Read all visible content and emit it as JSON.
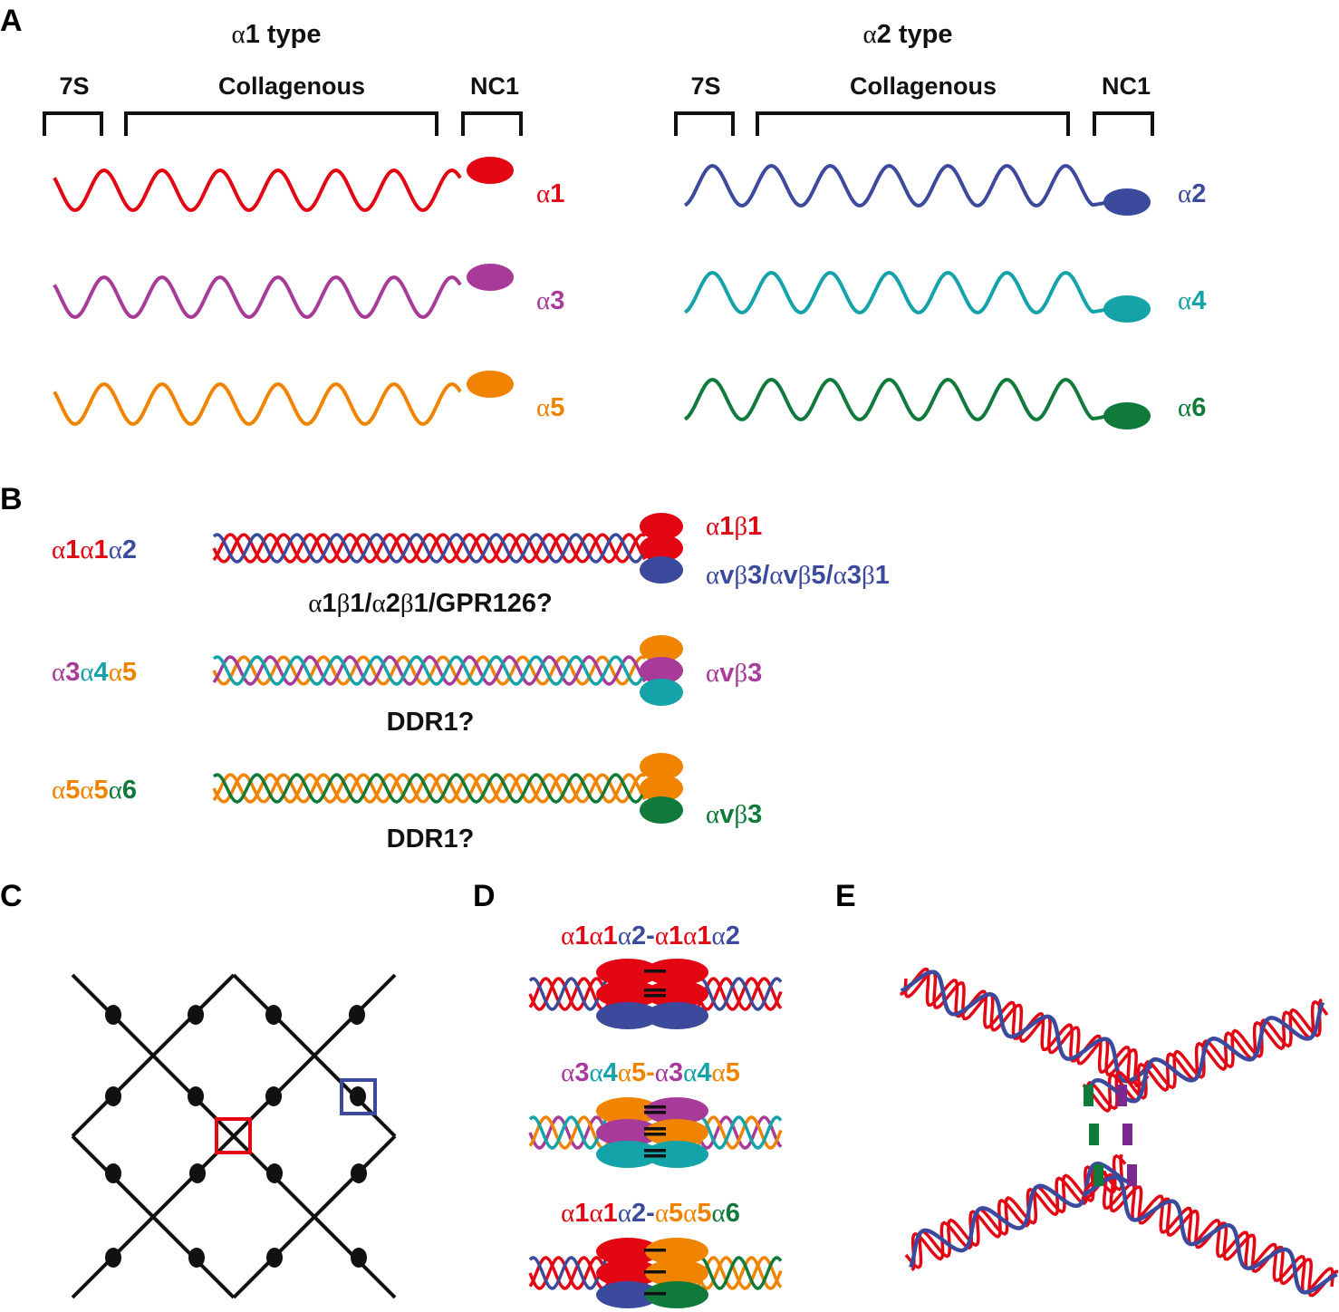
{
  "colors": {
    "a1": "#e30613",
    "a2": "#3c4a9e",
    "a3": "#a83a9a",
    "a4": "#13a3a8",
    "a5": "#f08400",
    "a6": "#0f7a3a",
    "black": "#111111",
    "crosslink_green": "#0f7a3a",
    "crosslink_purple": "#7a2a8e"
  },
  "panel_labels": [
    "A",
    "B",
    "C",
    "D",
    "E"
  ],
  "panelA": {
    "groups": [
      {
        "title": {
          "alpha": "α",
          "rest": "1 type"
        },
        "domains": [
          "7S",
          "Collagenous",
          "NC1"
        ],
        "chains": [
          {
            "label": "1",
            "color": "a1"
          },
          {
            "label": "3",
            "color": "a3"
          },
          {
            "label": "5",
            "color": "a5"
          }
        ]
      },
      {
        "title": {
          "alpha": "α",
          "rest": "2 type"
        },
        "domains": [
          "7S",
          "Collagenous",
          "NC1"
        ],
        "chains": [
          {
            "label": "2",
            "color": "a2"
          },
          {
            "label": "4",
            "color": "a4"
          },
          {
            "label": "6",
            "color": "a6"
          }
        ]
      }
    ]
  },
  "panelB": {
    "protomers": [
      {
        "name": [
          {
            "n": "1",
            "c": "a1"
          },
          {
            "n": "1",
            "c": "a1"
          },
          {
            "n": "2",
            "c": "a2"
          }
        ],
        "strands": [
          "a1",
          "a1",
          "a2"
        ],
        "nc1": [
          "a1",
          "a1",
          "a2"
        ],
        "receptors_right": [
          {
            "text": [
              [
                "α",
                "1",
                "β",
                "1"
              ]
            ],
            "color": "a1"
          },
          {
            "text": [
              [
                "α",
                "v",
                "β",
                "3"
              ],
              [
                "α",
                "v",
                "β",
                "5"
              ],
              [
                "α",
                "3",
                "β",
                "1"
              ]
            ],
            "color": "a2"
          }
        ],
        "receptor_below": "α1β1/α2β1/GPR126?"
      },
      {
        "name": [
          {
            "n": "3",
            "c": "a3"
          },
          {
            "n": "4",
            "c": "a4"
          },
          {
            "n": "5",
            "c": "a5"
          }
        ],
        "strands": [
          "a5",
          "a3",
          "a4"
        ],
        "nc1": [
          "a5",
          "a3",
          "a4"
        ],
        "receptors_right": [
          {
            "text": [
              [
                "α",
                "v",
                "β",
                "3"
              ]
            ],
            "color": "a3"
          }
        ],
        "receptor_below": "DDR1?"
      },
      {
        "name": [
          {
            "n": "5",
            "c": "a5"
          },
          {
            "n": "5",
            "c": "a5"
          },
          {
            "n": "6",
            "c": "a6"
          }
        ],
        "strands": [
          "a5",
          "a5",
          "a6"
        ],
        "nc1": [
          "a5",
          "a5",
          "a6"
        ],
        "receptors_right": [
          {
            "text": [
              [
                "α",
                "v",
                "β",
                "3"
              ]
            ],
            "color": "a6"
          }
        ],
        "receptor_below": "DDR1?"
      }
    ]
  },
  "panelC": {
    "description": "Collagen IV network lattice with NC1 hexamer (red box) and 7S junction (blue box)",
    "highlight_colors": [
      "a1",
      "a2"
    ]
  },
  "panelD": {
    "hexamers": [
      {
        "title": [
          {
            "n": "1",
            "c": "a1"
          },
          {
            "n": "1",
            "c": "a1"
          },
          {
            "n": "2",
            "c": "a2"
          },
          {
            "dash": true
          },
          {
            "n": "1",
            "c": "a1"
          },
          {
            "n": "1",
            "c": "a1"
          },
          {
            "n": "2",
            "c": "a2"
          }
        ],
        "left": [
          "a1",
          "a1",
          "a2"
        ],
        "right": [
          "a1",
          "a1",
          "a2"
        ],
        "left_strands": [
          "a1",
          "a1",
          "a2"
        ],
        "right_strands": [
          "a1",
          "a1",
          "a2"
        ],
        "bonds": [
          1,
          2,
          0
        ]
      },
      {
        "title": [
          {
            "n": "3",
            "c": "a3"
          },
          {
            "n": "4",
            "c": "a4"
          },
          {
            "n": "5",
            "c": "a5"
          },
          {
            "dash": true
          },
          {
            "n": "3",
            "c": "a3"
          },
          {
            "n": "4",
            "c": "a4"
          },
          {
            "n": "5",
            "c": "a5"
          }
        ],
        "left": [
          "a5",
          "a3",
          "a4"
        ],
        "right": [
          "a3",
          "a5",
          "a4"
        ],
        "left_strands": [
          "a3",
          "a5",
          "a4"
        ],
        "right_strands": [
          "a3",
          "a5",
          "a4"
        ],
        "bonds": [
          2,
          2,
          2
        ]
      },
      {
        "title": [
          {
            "n": "1",
            "c": "a1"
          },
          {
            "n": "1",
            "c": "a1"
          },
          {
            "n": "2",
            "c": "a2"
          },
          {
            "dash": true
          },
          {
            "n": "5",
            "c": "a5"
          },
          {
            "n": "5",
            "c": "a5"
          },
          {
            "n": "6",
            "c": "a6"
          }
        ],
        "left": [
          "a1",
          "a1",
          "a2"
        ],
        "right": [
          "a5",
          "a5",
          "a6"
        ],
        "left_strands": [
          "a1",
          "a1",
          "a2"
        ],
        "right_strands": [
          "a5",
          "a5",
          "a6"
        ],
        "bonds": [
          1,
          1,
          1
        ]
      }
    ]
  },
  "panelE": {
    "description": "7S domain: four triple helices overlapping with crosslinks",
    "crosslinks": {
      "green": 3,
      "purple": 3
    }
  }
}
